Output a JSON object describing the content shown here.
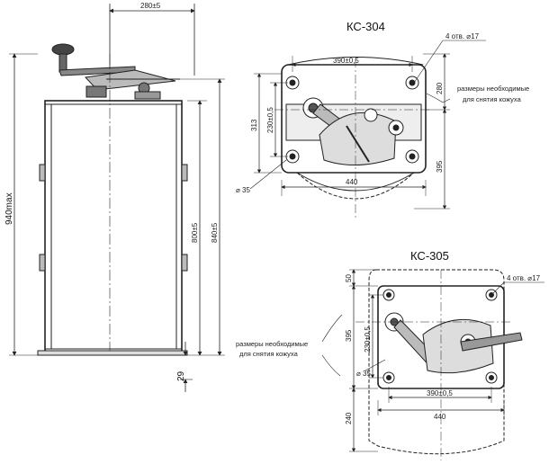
{
  "left_view": {
    "dim_width": "280±5",
    "dim_total_height": "940max",
    "dim_body_height": "800±5",
    "dim_overall": "840±5",
    "dim_base": "29"
  },
  "ks304": {
    "title": "КС-304",
    "dim_bolt_spacing": "390±0,5",
    "dim_holes": "4 отв. ⌀17",
    "dim_280": "280",
    "dim_313": "313",
    "dim_230": "230±0,5",
    "dim_35": "⌀ 35",
    "dim_440": "440",
    "dim_395": "395",
    "note_line1": "размеры необходимые",
    "note_line2": "для снятия кожуха"
  },
  "ks305": {
    "title": "КС-305",
    "dim_50": "50",
    "dim_holes": "4 отв. ⌀17",
    "dim_395": "395",
    "dim_230": "230±0,5",
    "dim_35": "⌀ 35",
    "dim_390": "390±0,5",
    "dim_440": "440",
    "dim_240": "240",
    "note_line1": "размеры необходимые",
    "note_line2": "для снятия кожуха"
  }
}
